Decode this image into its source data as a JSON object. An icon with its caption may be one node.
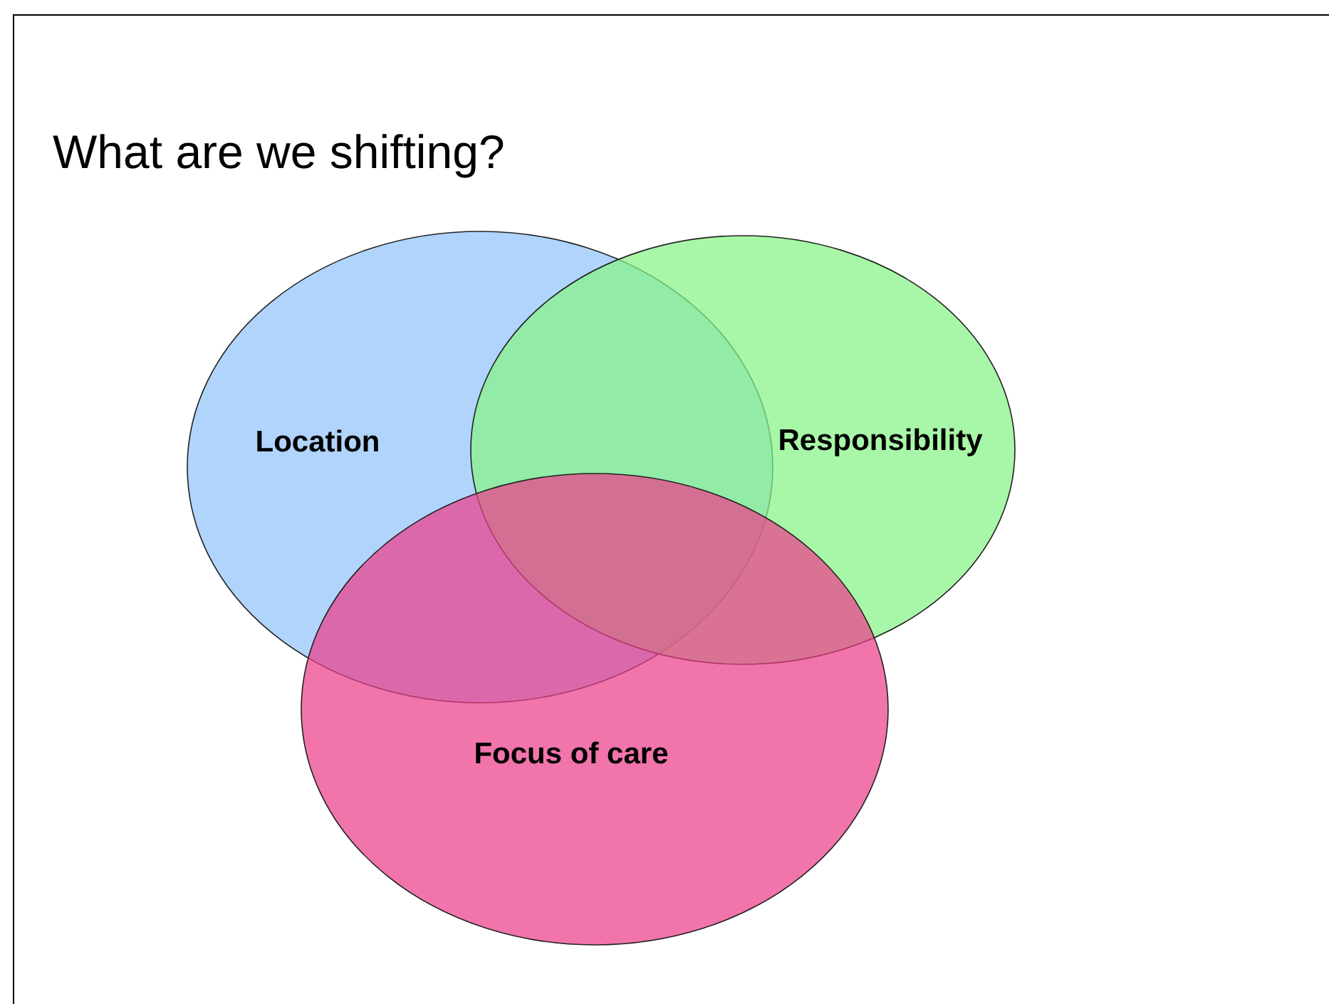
{
  "diagram": {
    "title": "What are we shifting?",
    "nodes": [
      {
        "text": [
          "Location"
        ]
      },
      {
        "text": [
          "Responsibility"
        ]
      },
      {
        "text": [
          "Focus of care"
        ]
      }
    ]
  }
}
